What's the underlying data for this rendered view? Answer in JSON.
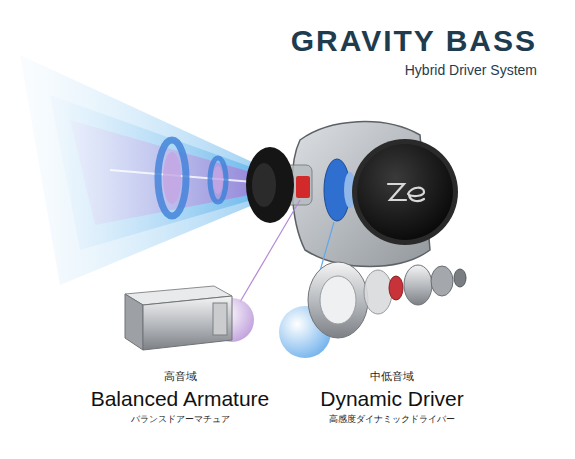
{
  "diagram": {
    "title": "GRAVITY BASS",
    "labels": [
      "Hybrid Driver System",
      "高音域",
      "Balanced Armature",
      "バランスドアーマチュア",
      "中低音域",
      "Dynamic Driver",
      "高感度ダイナミックドライバー"
    ]
  }
}
